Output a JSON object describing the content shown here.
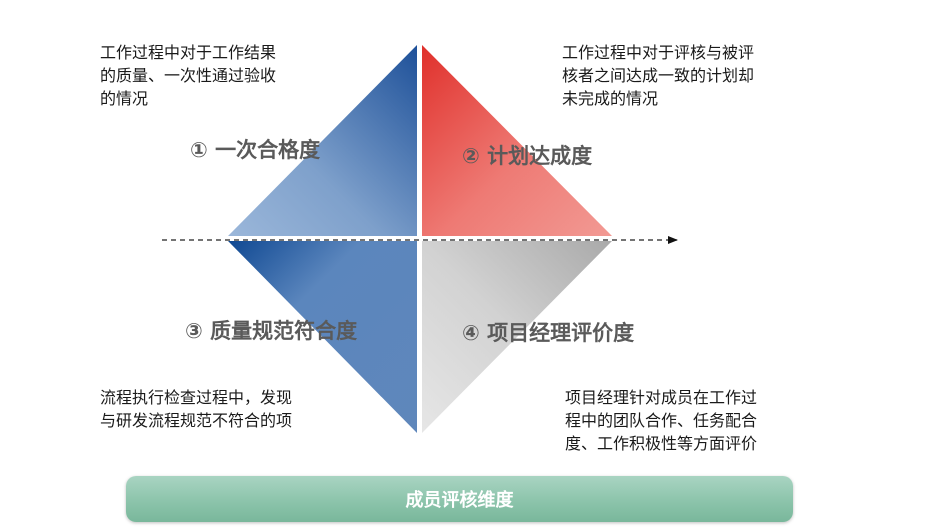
{
  "quadrants": [
    {
      "label": "① 一次合格度",
      "description": "工作过程中对于工作结果\n的质量、一次性通过验收\n的情况",
      "color": "#1f56a0"
    },
    {
      "label": "② 计划达成度",
      "description": "工作过程中对于评核与被评\n核者之间达成一致的计划却\n未完成的情况",
      "color": "#e13a2e"
    },
    {
      "label": "③ 质量规范符合度",
      "description": "流程执行检查过程中，发现\n与研发流程规范不符合的项",
      "color": "#1f56a0"
    },
    {
      "label": "④ 项目经理评价度",
      "description": "项目经理针对成员在工作过\n程中的团队合作、任务配合\n度、工作积极性等方面评价",
      "color": "#c7c7c7"
    }
  ],
  "footer": {
    "title": "成员评核维度",
    "color": "#8cc4ab"
  }
}
